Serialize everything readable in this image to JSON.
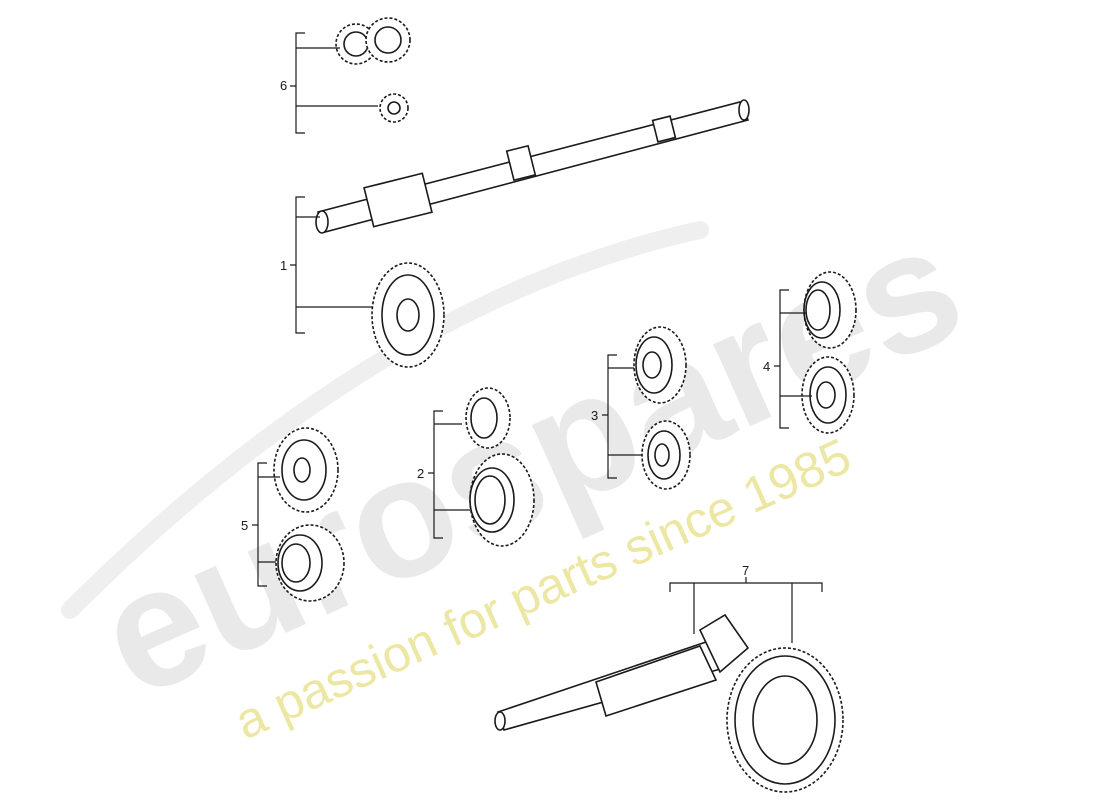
{
  "diagram": {
    "callouts": [
      {
        "id": "1",
        "label": "1"
      },
      {
        "id": "2",
        "label": "2"
      },
      {
        "id": "3",
        "label": "3"
      },
      {
        "id": "4",
        "label": "4"
      },
      {
        "id": "5",
        "label": "5"
      },
      {
        "id": "6",
        "label": "6"
      },
      {
        "id": "7",
        "label": "7"
      }
    ]
  },
  "watermark": {
    "logo_text": "eurospares",
    "tagline": "a passion for parts since 1985",
    "logo_color": "#e9e9e9",
    "tagline_color": "#ece7a2"
  }
}
